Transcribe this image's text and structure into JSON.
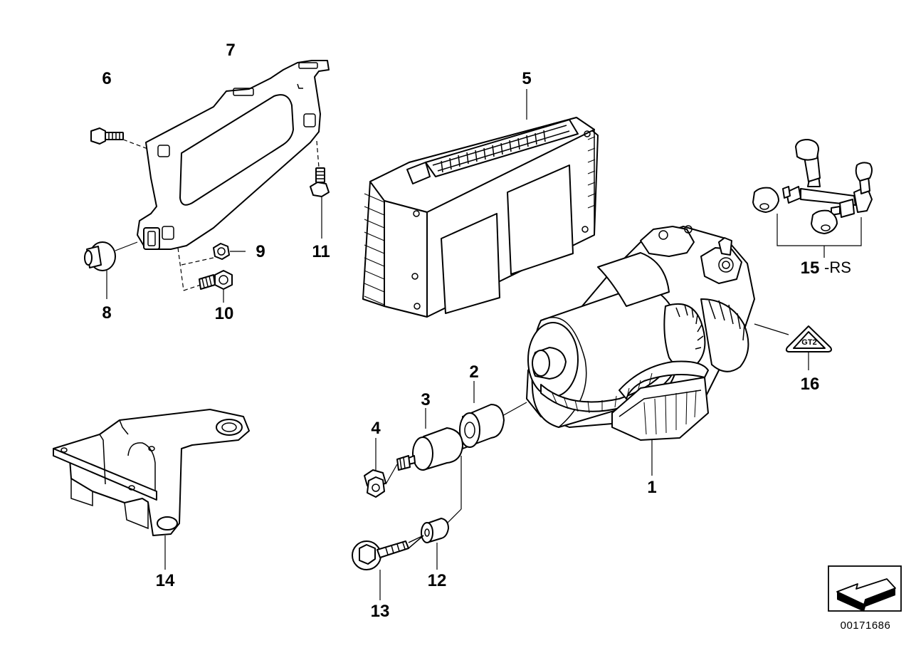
{
  "labels": {
    "p1": "1",
    "p2": "2",
    "p3": "3",
    "p4": "4",
    "p5": "5",
    "p6": "6",
    "p7": "7",
    "p8": "8",
    "p9": "9",
    "p10": "10",
    "p11": "11",
    "p12": "12",
    "p13": "13",
    "p14": "14",
    "p15": "15",
    "p15_suffix": "-RS",
    "p16": "16"
  },
  "symbol_text": "GT2",
  "document_id": "00171686"
}
